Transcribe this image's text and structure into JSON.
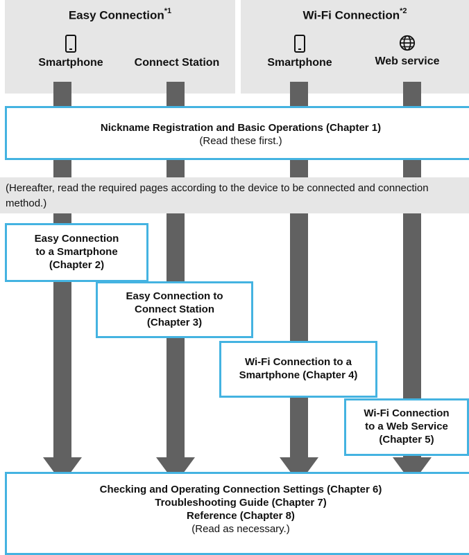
{
  "header": {
    "easy": {
      "title": "Easy Connection",
      "sup": "*1",
      "devices": [
        {
          "label": "Smartphone",
          "icon": "smartphone-icon"
        },
        {
          "label": "Connect Station",
          "icon": "none"
        }
      ]
    },
    "wifi": {
      "title": "Wi-Fi Connection",
      "sup": "*2",
      "devices": [
        {
          "label": "Smartphone",
          "icon": "smartphone-icon"
        },
        {
          "label": "Web service",
          "icon": "globe-icon"
        }
      ]
    }
  },
  "nickname_box": {
    "title": "Nickname Registration and Basic Operations (Chapter 1)",
    "note": "(Read these first.)"
  },
  "hereafter_note": "(Hereafter, read the required pages according to the device to be connected and connection method.)",
  "chapters": {
    "ch2": {
      "lines": [
        "Easy Connection",
        "to a Smartphone",
        "(Chapter 2)"
      ]
    },
    "ch3": {
      "lines": [
        "Easy Connection to",
        "Connect Station",
        "(Chapter 3)"
      ]
    },
    "ch4": {
      "lines": [
        "Wi-Fi Connection to a",
        "Smartphone (Chapter 4)"
      ]
    },
    "ch5": {
      "lines": [
        "Wi-Fi Connection",
        "to a Web Service",
        "(Chapter 5)"
      ]
    }
  },
  "bottom_box": {
    "lines": [
      "Checking and Operating Connection Settings (Chapter 6)",
      "Troubleshooting Guide (Chapter 7)",
      "Reference (Chapter 8)"
    ],
    "note": "(Read as necessary.)"
  },
  "colors": {
    "header_bg": "#e6e6e6",
    "bar": "#616161",
    "box_border": "#44b3e1"
  }
}
